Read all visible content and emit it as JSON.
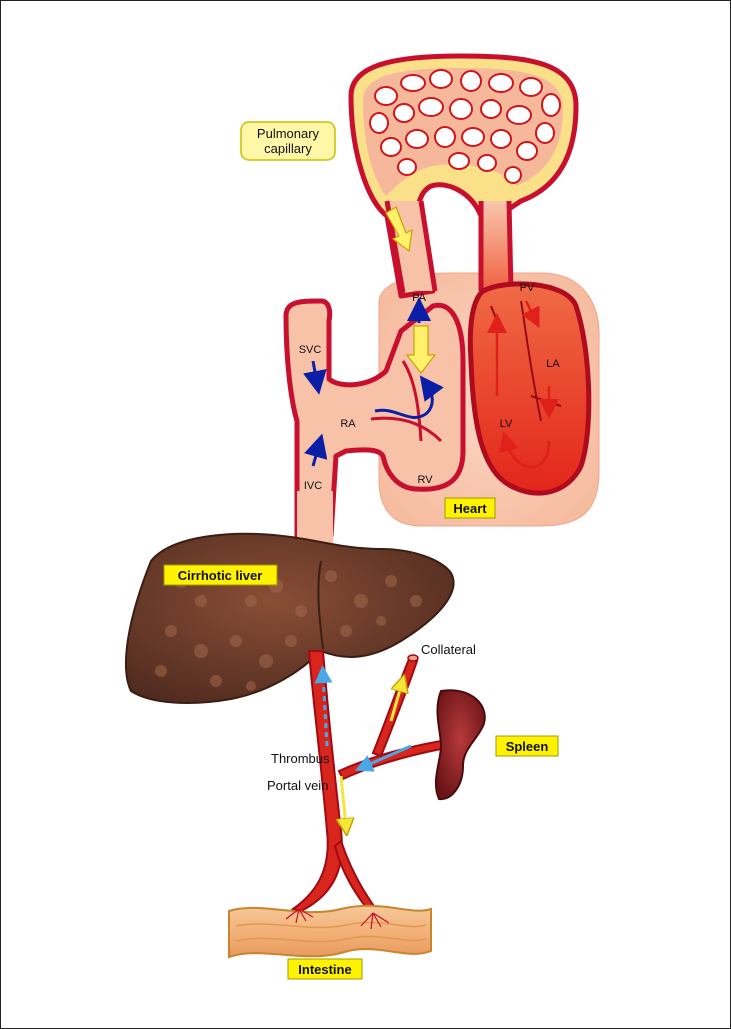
{
  "labels": {
    "pulmonary_line1": "Pulmonary",
    "pulmonary_line2": "capillary",
    "pa": "PA",
    "pv": "PV",
    "la": "LA",
    "lv": "LV",
    "svc": "SVC",
    "ra": "RA",
    "rv": "RV",
    "ivc": "IVC",
    "heart": "Heart",
    "cirrhotic_liver": "Cirrhotic liver",
    "collateral": "Collateral",
    "spleen": "Spleen",
    "thrombus": "Thrombus",
    "portal_vein": "Portal vein",
    "intestine": "Intestine"
  },
  "colors": {
    "vessel_wall": "#c8102e",
    "venous_fill": "#f7c2a8",
    "arterial_fill": "#e8321e",
    "label_box": "#fff200",
    "pulmonary_box": "#fff7a8",
    "liver": "#6e3a2a",
    "spleen": "#8a1a22",
    "deoxygenated_arrow": "#0a1ea8",
    "oxygenated_arrow": "#e0201a",
    "flow_arrow": "#f5e63a",
    "thrombus_arrow": "#4aa8e8"
  }
}
